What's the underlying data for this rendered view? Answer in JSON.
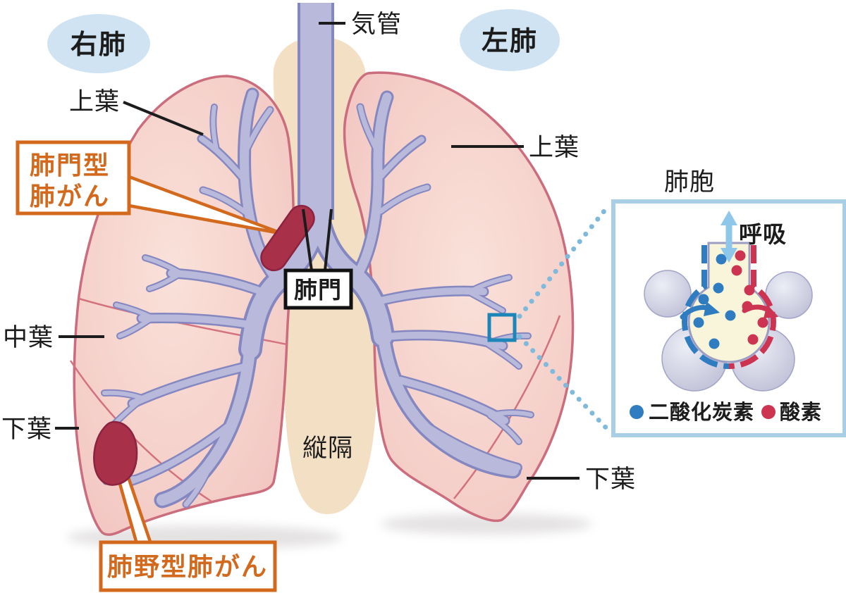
{
  "diagram": {
    "badges": {
      "right_lung": "右肺",
      "left_lung": "左肺"
    },
    "labels": {
      "trachea": "気管",
      "upper_lobe_right": "上葉",
      "upper_lobe_left": "上葉",
      "middle_lobe": "中葉",
      "lower_lobe_right": "下葉",
      "lower_lobe_left": "下葉",
      "mediastinum": "縦隔",
      "hilum": "肺門"
    },
    "callouts": {
      "hilar_cancer_line1": "肺門型",
      "hilar_cancer_line2": "肺がん",
      "peripheral_cancer": "肺野型肺がん"
    },
    "inset": {
      "title": "肺胞",
      "breathing": "呼吸",
      "legend": [
        {
          "label": "二酸化炭素",
          "color": "#2f7cc0"
        },
        {
          "label": "酸素",
          "color": "#cc3452"
        }
      ]
    },
    "colors": {
      "lung_fill": "#f4cbc5",
      "lung_edge": "#cb6d7c",
      "bronchi_fill": "#b9badb",
      "bronchi_edge": "#8487c0",
      "mediastinum": "#f3dfc4",
      "tumor": "#a83049",
      "callout_orange": "#d3691d",
      "badge_blue": "#cfe3f2",
      "inset_border": "#a9cfe7",
      "dotted_blue": "#7fb9dc",
      "co2_blue": "#2f7cc0",
      "o2_red": "#cc3452",
      "alveolus_fill": "#f9f5da",
      "sphere_fill": "#c9cade",
      "breath_arrow": "#8ec7ea",
      "marker_teal": "#1d86b8"
    }
  }
}
